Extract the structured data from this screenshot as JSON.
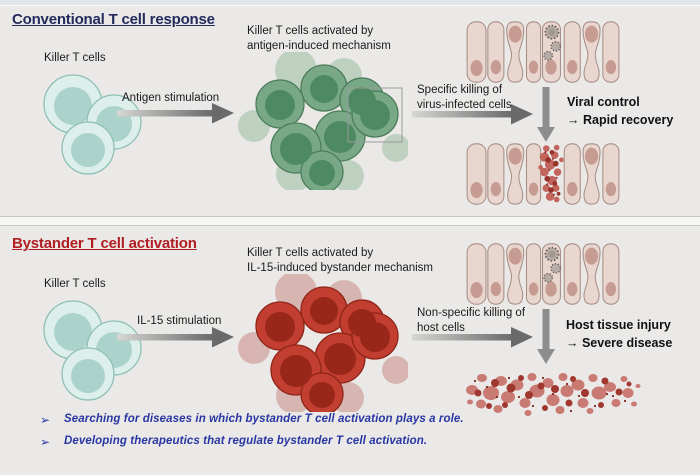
{
  "panels": {
    "conventional": {
      "title": "Conventional T cell response",
      "killer_cells_label": "Killer T cells",
      "stimulation_label": "Antigen stimulation",
      "activated_line1": "Killer T cells activated by",
      "activated_line2": "antigen-induced mechanism",
      "killing_line1": "Specific killing of",
      "killing_line2": "virus-infected cells",
      "outcome_line1": "Viral control",
      "outcome_line2": "→ Rapid recovery"
    },
    "bystander": {
      "title": "Bystander T cell activation",
      "killer_cells_label": "Killer T cells",
      "stimulation_label": "IL-15 stimulation",
      "activated_line1": "Killer T cells activated by",
      "activated_line2": "IL-15-induced bystander mechanism",
      "killing_line1": "Non-specific killing of",
      "killing_line2": "host cells",
      "outcome_line1": "Host tissue injury",
      "outcome_line2": "→ Severe disease"
    }
  },
  "bullets": {
    "marker": "➢",
    "items": [
      "Searching for diseases in which bystander T cell activation plays a role.",
      "Developing therapeutics that regulate bystander T cell activation."
    ]
  },
  "colors": {
    "background": "#eae9e7",
    "conventional_title": "#232a5c",
    "bystander_title": "#b01e23",
    "resting_cell_teal": "#abd3cb",
    "activated_cell_green": "#4d8a61",
    "activated_cell_red": "#bf3a2c",
    "tissue_cell_pink": "#e9d7cf",
    "arrow_gray": "#6a6a6a",
    "bullet_blue": "#2936a3"
  }
}
